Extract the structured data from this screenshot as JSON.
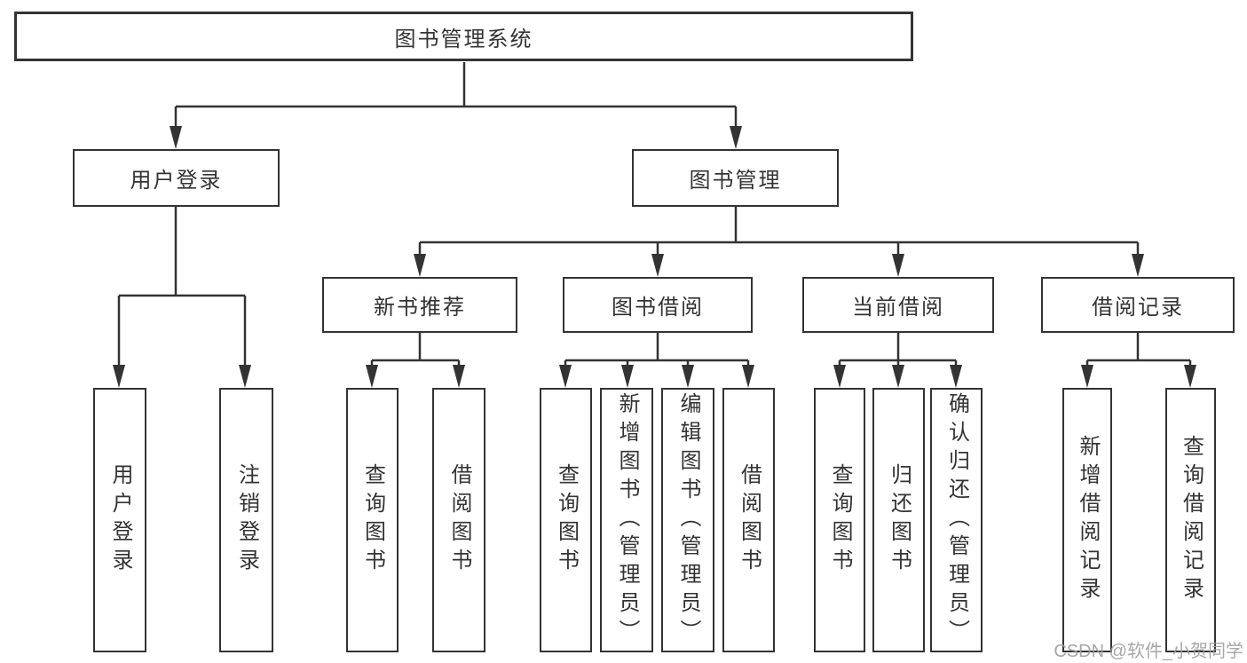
{
  "diagram_type": "hierarchy-diagram",
  "colors": {
    "line": "#333333",
    "text": "#333333",
    "background": "#ffffff",
    "watermark_text_color": "#9e9e9e"
  },
  "tree": {
    "label": "图书管理系统",
    "children": [
      {
        "label": "用户登录",
        "children": [
          {
            "label": "用户登录"
          },
          {
            "label": "注销登录"
          }
        ]
      },
      {
        "label": "图书管理",
        "children": [
          {
            "label": "新书推荐",
            "children": [
              {
                "label": "查询图书"
              },
              {
                "label": "借阅图书"
              }
            ]
          },
          {
            "label": "图书借阅",
            "children": [
              {
                "label": "查询图书"
              },
              {
                "label": "新增图书（管理员）"
              },
              {
                "label": "编辑图书（管理员）"
              },
              {
                "label": "借阅图书"
              }
            ]
          },
          {
            "label": "当前借阅",
            "children": [
              {
                "label": "查询图书"
              },
              {
                "label": "归还图书"
              },
              {
                "label": "确认归还（管理员）"
              }
            ]
          },
          {
            "label": "借阅记录",
            "children": [
              {
                "label": "新增借阅记录"
              },
              {
                "label": "查询借阅记录"
              }
            ]
          }
        ]
      }
    ]
  },
  "watermark": {
    "text": "CSDN @软件_小贺同学"
  }
}
